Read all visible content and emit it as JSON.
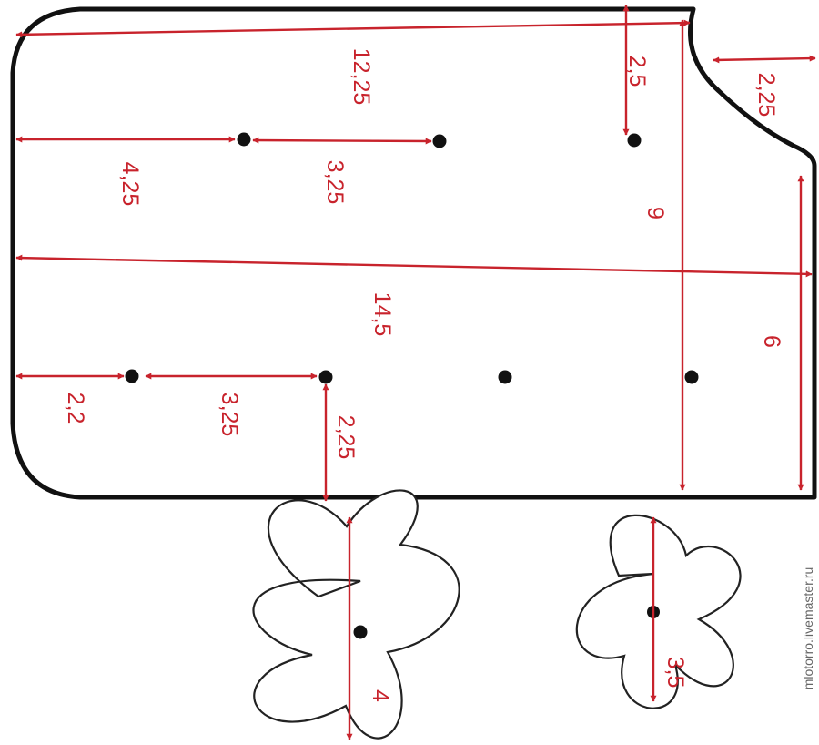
{
  "colors": {
    "outline": "#111111",
    "dimension": "#c8232c",
    "watermark": "#666666",
    "background": "#ffffff"
  },
  "diagram": {
    "labels": {
      "top_width": "12,25",
      "top_right_drop": "2,5",
      "notch_width": "2,25",
      "left_to_dot1": "4,25",
      "dot1_to_dot2": "3,25",
      "right_height": "9",
      "middle_width": "14,5",
      "right_lower_height": "6",
      "bottom_left": "2,2",
      "bottom_dot_spacing": "3,25",
      "bottom_dot_drop": "2,25",
      "flower_large": "4",
      "flower_small": "3,5"
    },
    "watermark": "mlotorro.livemaster.ru"
  }
}
